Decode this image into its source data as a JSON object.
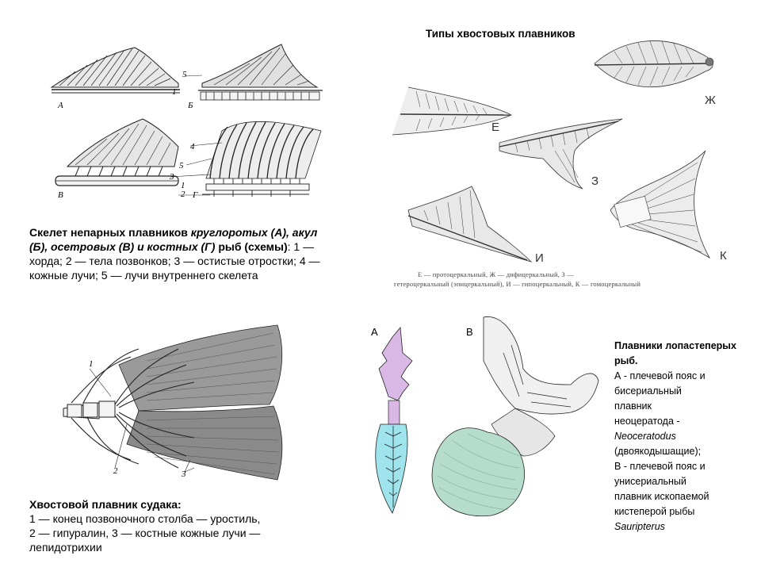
{
  "unpaired_fins": {
    "labels": {
      "a": "А",
      "b": "Б",
      "v": "В",
      "g": "Г"
    },
    "numbers": [
      "5",
      "1",
      "4",
      "5",
      "3",
      "1",
      "2"
    ],
    "caption": {
      "part1": "Скелет непарных плавников ",
      "part2": "круглоротых (А), акул (Б), осетровых (В) и костных (Г)",
      "part3": " рыб (схемы)",
      "part4": ": 1 — хорда; 2 — тела позвонков; 3 — остистые отростки; 4 — кожные лучи; 5 — лучи внутреннего скелета"
    }
  },
  "tail_types": {
    "title": "Типы хвостовых плавников",
    "letters": {
      "e": "Е",
      "zh": "Ж",
      "z": "З",
      "i": "И",
      "k": "К"
    },
    "caption_line1": "Е — протоцеркальный, Ж — дифицеркальный, З —",
    "caption_line2": "гетероцеркальный (эпицеркальный), И — гипоцеркальный, К — гомоцеркальный"
  },
  "zander_tail": {
    "numbers": [
      "1",
      "2",
      "3"
    ],
    "caption_title": "Хвостовой плавник судака:",
    "caption_line1": "1 — конец позвоночного столба — уростиль,",
    "caption_line2": "2 — гипуралин, 3 — костные кожные лучи —",
    "caption_line3": "лепидотрихии"
  },
  "lobe_fins": {
    "letter_a": "А",
    "letter_b": "В",
    "caption_title": "Плавники лопастеперых рыб.",
    "line1": "А - плечевой пояс и",
    "line2": "бисериальный",
    "line3": "плавник",
    "line4": "неоцератода -",
    "line5": "Neoceratodus",
    "line6": "(двоякодышащие);",
    "line7": "В - плечевой пояс и",
    "line8": "унисериальный",
    "line9": "плавник ископаемой",
    "line10": "кистеперой рыбы",
    "line11": "Sauripterus"
  },
  "colors": {
    "lilac": "#d9b8e6",
    "cyan": "#9fe3ec",
    "teal_green": "#b6dccb",
    "ink": "#222222"
  }
}
